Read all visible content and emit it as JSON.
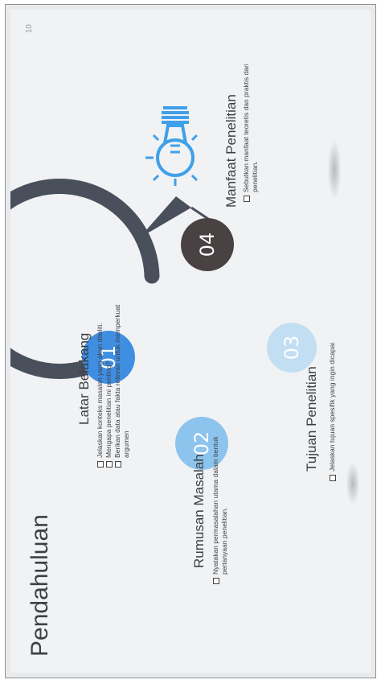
{
  "slide": {
    "title": "Pendahuluan",
    "page_number": "10",
    "sections": [
      {
        "number": "01",
        "title": "Latar Belakang",
        "bullets": [
          "Jelaskan konteks masalah yang akan diteliti.",
          "Mengapa penelitian ini penting?",
          "Berikan data atau fakta relevan untuk memperkuat argumen"
        ]
      },
      {
        "number": "02",
        "title": "Rumusan Masalah",
        "bullets": [
          "Nyatakan permasalahan utama dalam bentuk pertanyaan penelitian."
        ]
      },
      {
        "number": "03",
        "title": "Tujuan Penelitian",
        "bullets": [
          "Jelaskan tujuan spesifik yang ingin dicapai"
        ]
      },
      {
        "number": "04",
        "title": "Manfaat Penelitian",
        "bullets": [
          "Sebutkan manfaat teoretis dan praktis dari penelitian."
        ]
      }
    ]
  },
  "colors": {
    "circle_01": "#3f8ee2",
    "circle_02": "#8cc4ee",
    "circle_03": "#c2def3",
    "circle_04": "#4a4143",
    "arc": "#4a4f5c",
    "bulb": "#3fa0ea"
  },
  "icons": {
    "idea": "lightbulb-icon"
  }
}
